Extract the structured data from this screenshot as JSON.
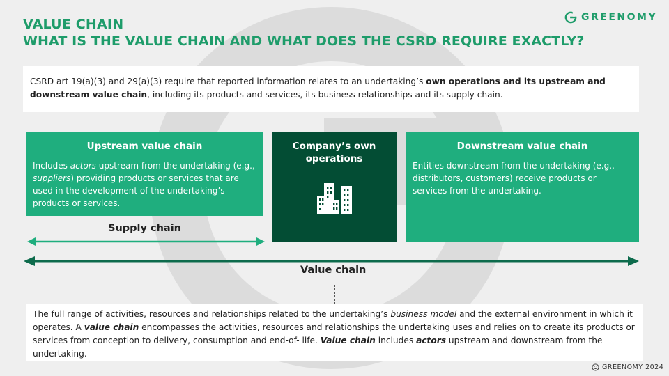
{
  "header": {
    "title": "VALUE CHAIN",
    "subtitle": "WHAT IS THE VALUE CHAIN AND WHAT DOES THE CSRD REQUIRE EXACTLY?",
    "logo_text": "GREENOMY"
  },
  "intro": {
    "text_1": "CSRD art 19(a)(3) and 29(a)(3) require that reported information relates to an undertaking’s ",
    "bold_1": "own operations and its upstream and downstream value chain",
    "text_2": ", including its products and services, its business relationships and its supply chain."
  },
  "upstream": {
    "title": "Upstream value chain",
    "text_1": "Includes ",
    "italic_1": "actors",
    "text_2": " upstream from the undertaking (e.g., ",
    "italic_2": "suppliers",
    "text_3": ") providing products or services that are used in the development of the undertaking’s products or services."
  },
  "own_operations": {
    "title": "Company’s own operations",
    "icon": "buildings-icon"
  },
  "downstream": {
    "title": "Downstream value chain",
    "text": "Entities downstream from the undertaking (e.g., distributors, customers) receive products or services from the undertaking."
  },
  "labels": {
    "supply_chain": "Supply chain",
    "value_chain": "Value chain"
  },
  "definition": {
    "t1": "The full range of activities, resources and relationships related to the undertaking’s ",
    "i1": "business model",
    "t2": " and the external environment in which it operates. A ",
    "bi1": "value chain",
    "t3": " encompasses the activities, resources and relationships the undertaking uses and relies on to create its products or services from conception to delivery, consumption and end-of- life. ",
    "bi2": "Value chain",
    "t4": " includes ",
    "bi3": "actors",
    "t5": " upstream and downstream from the undertaking."
  },
  "footer": {
    "copyright": "GREENOMY 2024"
  },
  "colors": {
    "brand_green": "#1e9c6a",
    "box_green": "#1fae7e",
    "dark_green": "#034d34"
  }
}
